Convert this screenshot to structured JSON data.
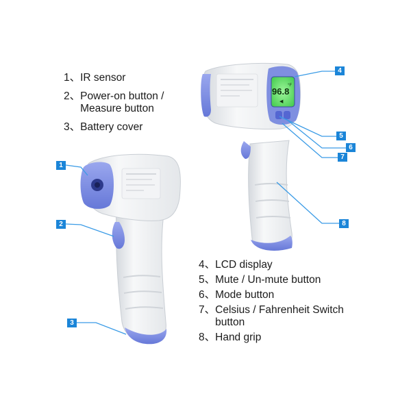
{
  "legend_top": [
    {
      "number": "1、",
      "text": "IR sensor"
    },
    {
      "number": "2、",
      "text": "Power-on button /\nMeasure button"
    },
    {
      "number": "3、",
      "text": "Battery cover"
    }
  ],
  "legend_bottom": [
    {
      "number": "4、",
      "text": "LCD display"
    },
    {
      "number": "5、",
      "text": "Mute / Un-mute button"
    },
    {
      "number": "6、",
      "text": "Mode button"
    },
    {
      "number": "7、",
      "text": "Celsius / Fahrenheit Switch\nbutton"
    },
    {
      "number": "8、",
      "text": "Hand grip"
    }
  ],
  "callouts": [
    "1",
    "2",
    "3",
    "4",
    "5",
    "6",
    "7",
    "8"
  ],
  "lcd": {
    "reading": "96.8",
    "unit": "°F"
  },
  "colors": {
    "accent": "#1b85d8",
    "body": "#eef0f2",
    "trim": "#7f8fe0",
    "lcd": "#69e66a"
  }
}
